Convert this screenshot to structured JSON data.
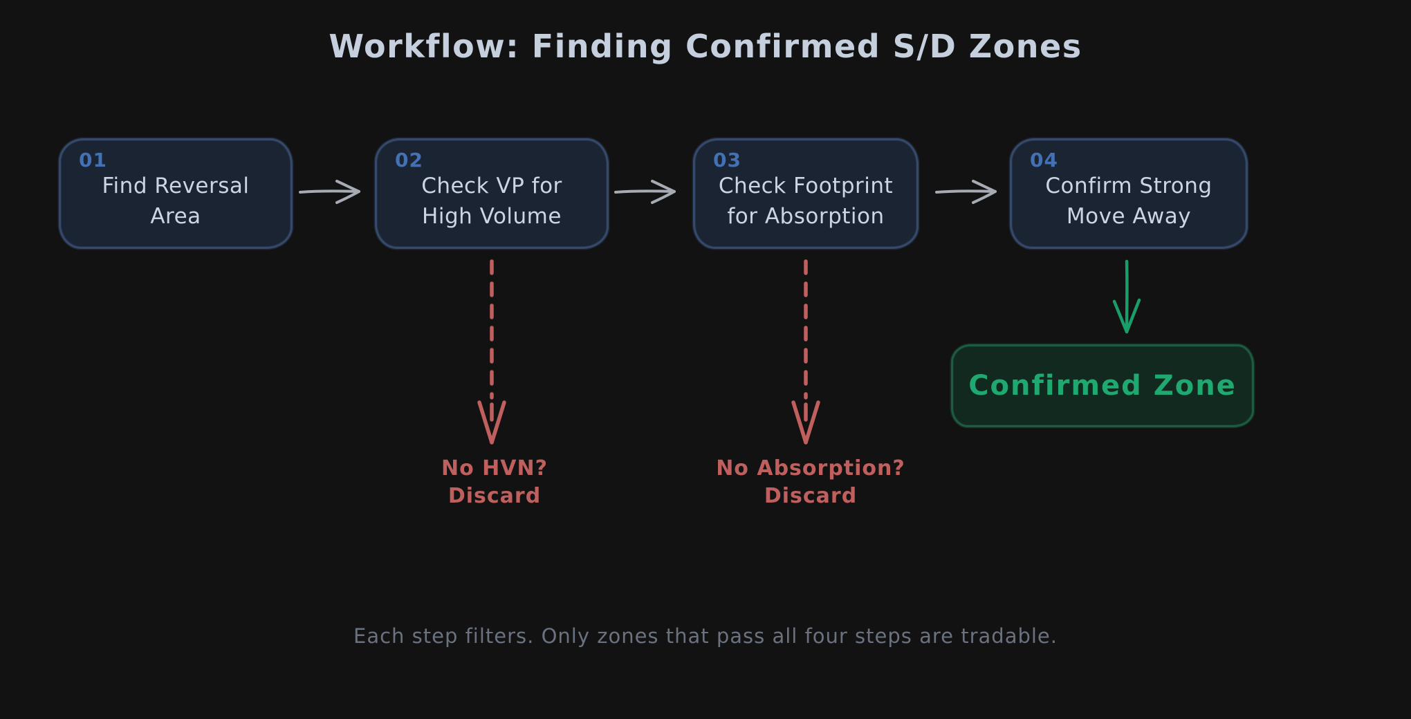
{
  "title": "Workflow: Finding Confirmed S/D Zones",
  "steps": [
    {
      "number": "01",
      "line1": "Find Reversal",
      "line2": "Area"
    },
    {
      "number": "02",
      "line1": "Check VP for",
      "line2": "High Volume"
    },
    {
      "number": "03",
      "line1": "Check Footprint",
      "line2": "for Absorption"
    },
    {
      "number": "04",
      "line1": "Confirm Strong",
      "line2": "Move Away"
    }
  ],
  "discards": [
    {
      "line1": "No HVN?",
      "line2": "Discard"
    },
    {
      "line1": "No Absorption?",
      "line2": "Discard"
    }
  ],
  "result": {
    "label": "Confirmed Zone"
  },
  "caption": "Each step filters. Only zones that pass all four steps are tradable.",
  "colors": {
    "background": "#121212",
    "title_text": "#c6cfdd",
    "box_fill": "#1b2433",
    "box_border": "#35496b",
    "step_number": "#4371b3",
    "step_text": "#ccd5e2",
    "flow_arrow_gray": "#a6abb4",
    "discard_red": "#bf605e",
    "confirm_green": "#1a9d68",
    "zone_fill": "#12291f",
    "zone_border": "#1d5c41",
    "zone_text": "#1fa870",
    "caption_gray": "#6a7280"
  },
  "icons": {
    "flow_arrow": "arrow-right-icon",
    "discard_arrow": "dashed-arrow-down-icon",
    "confirm_arrow": "arrow-down-icon"
  }
}
